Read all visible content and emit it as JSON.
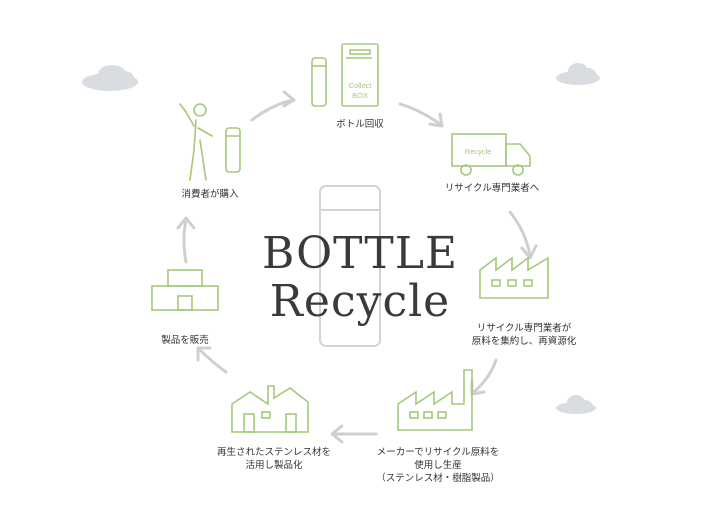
{
  "title": {
    "line1": "BOTTLE",
    "line2": "Recycle"
  },
  "steps": [
    {
      "lines": [
        "ボトル回収"
      ]
    },
    {
      "lines": [
        "リサイクル専門業者へ"
      ]
    },
    {
      "lines": [
        "リサイクル専門業者が",
        "原料を集約し、再資源化"
      ]
    },
    {
      "lines": [
        "メーカーでリサイクル原料を",
        "使用し生産",
        "（ステンレス材・樹脂製品）"
      ]
    },
    {
      "lines": [
        "再生されたステンレス材を",
        "活用し製品化"
      ]
    },
    {
      "lines": [
        "製品を販売"
      ]
    },
    {
      "lines": [
        "消費者が購入"
      ]
    }
  ],
  "icon_text": {
    "collect_box": [
      "Collect",
      "BOX"
    ],
    "truck": "Recycle"
  },
  "colors": {
    "green": "#a3c97a",
    "arrow": "#cfcfcf",
    "cloud": "#d9dde2",
    "bottle": "#d4d4d4"
  }
}
